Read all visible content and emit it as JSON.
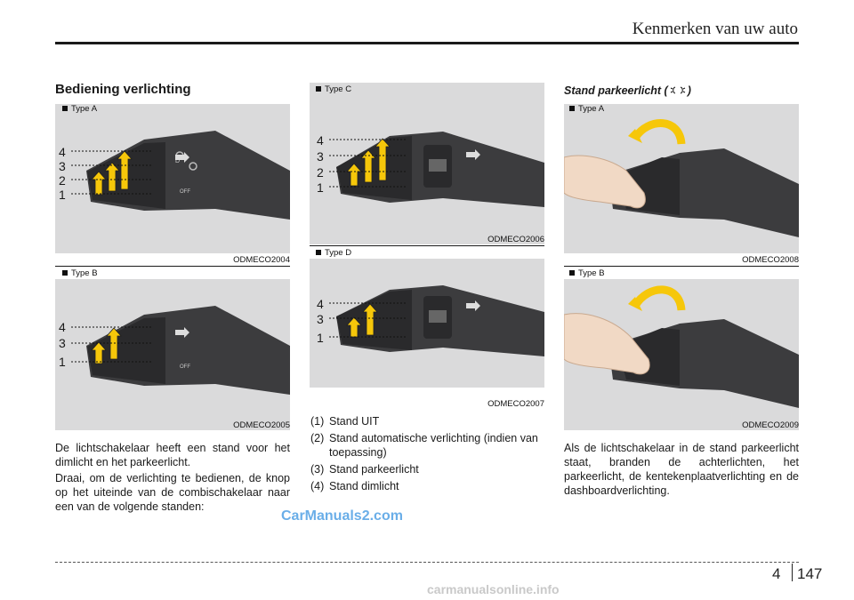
{
  "header": {
    "title": "Kenmerken van uw auto"
  },
  "left": {
    "title": "Bediening verlichting",
    "figA": {
      "type": "Type A",
      "code": "ODMECO2004",
      "levels": [
        "4",
        "3",
        "2",
        "1"
      ]
    },
    "figB": {
      "type": "Type B",
      "code": "ODMECO2005",
      "levels": [
        "4",
        "3",
        "1"
      ]
    },
    "para1": "De lichtschakelaar heeft een stand voor het dimlicht en het parkeerlicht.",
    "para2": "Draai, om de verlichting te bedienen, de knop op het uiteinde van de combischakelaar naar een van de volgende standen:"
  },
  "middle": {
    "figC": {
      "type": "Type C",
      "code": "ODMECO2006",
      "levels": [
        "4",
        "3",
        "2",
        "1"
      ]
    },
    "figD": {
      "type": "Type D",
      "code": "ODMECO2007",
      "levels": [
        "4",
        "3",
        "1"
      ]
    },
    "list": [
      {
        "num": "(1)",
        "text": "Stand UIT"
      },
      {
        "num": "(2)",
        "text": "Stand automatische verlichting (indien van toepassing)"
      },
      {
        "num": "(3)",
        "text": "Stand parkeerlicht"
      },
      {
        "num": "(4)",
        "text": "Stand dimlicht"
      }
    ]
  },
  "right": {
    "title_pre": "Stand parkeerlicht (",
    "title_post": ")",
    "figA": {
      "type": "Type A",
      "code": "ODMECO2008"
    },
    "figB": {
      "type": "Type B",
      "code": "ODMECO2009"
    },
    "para": "Als de lichtschakelaar in de stand parkeerlicht staat, branden de achterlichten, het parkeerlicht, de kentekenplaatverlichting en de dashboardverlichting."
  },
  "watermark": "CarManuals2.com",
  "footer": {
    "chapter": "4",
    "page": "147"
  },
  "footer_watermark": "carmanualsonline.info",
  "colors": {
    "arrow": "#f6c70a",
    "stalk": "#3c3c3e",
    "panel": "#dadadb"
  }
}
